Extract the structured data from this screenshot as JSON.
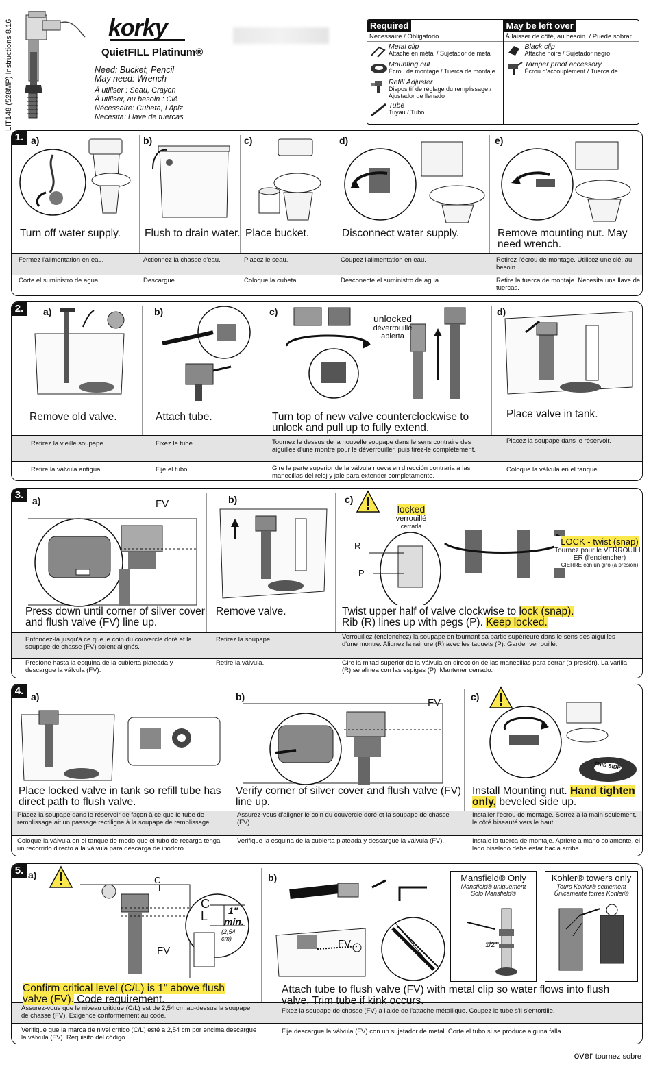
{
  "header": {
    "side_label": "LIT148 (528MP) Instructions 8.16",
    "brand": "korky",
    "product": "QuietFILL Platinum®",
    "needs": [
      "Need: Bucket, Pencil",
      "May need: Wrench",
      "À utiliser : Seau, Crayon",
      "À utiliser, au besoin : Clé",
      "Nécessaire: Cubeta, Lápiz",
      "Necesita: Llave de tuercas"
    ]
  },
  "parts": {
    "required": {
      "title": "Required",
      "subtitle": "Nécessaire / Obligatorio",
      "items": [
        {
          "en": "Metal clip",
          "fr": "Attache en métal / Sujetador de metal",
          "icon": "metal-clip-icon"
        },
        {
          "en": "Mounting nut",
          "fr": "Écrou de montage / Tuerca de montaje",
          "icon": "mounting-nut-icon"
        },
        {
          "en": "Refill Adjuster",
          "fr": "Dispositif de réglage du remplissage / Ajustador de llenado",
          "icon": "refill-adjuster-icon"
        },
        {
          "en": "Tube",
          "fr": "Tuyau / Tubo",
          "icon": "tube-icon"
        }
      ]
    },
    "leftover": {
      "title": "May be left over",
      "subtitle": "À laisser de côté, au besoin. / Puede sobrar.",
      "items": [
        {
          "en": "Black clip",
          "fr": "Attache noire / Sujetador negro",
          "icon": "black-clip-icon"
        },
        {
          "en": "Tamper proof accessory",
          "fr": "Écrou d'accouplement / Tuerca de",
          "icon": "tamper-accessory-icon"
        }
      ]
    }
  },
  "s1": {
    "num": "1.",
    "steps": [
      {
        "letter": "a)",
        "en": "Turn off water supply.",
        "fr": "Fermez l'alimentation en eau.",
        "es": "Corte el suministro de agua."
      },
      {
        "letter": "b)",
        "en": "Flush to drain water.",
        "fr": "Actionnez la chasse d'eau.",
        "es": "Descargue."
      },
      {
        "letter": "c)",
        "en": "Place bucket.",
        "fr": "Placez le seau.",
        "es": "Coloque la cubeta."
      },
      {
        "letter": "d)",
        "en": "Disconnect water supply.",
        "fr": "Coupez l'alimentation en eau.",
        "es": "Desconecte el suministro de agua."
      },
      {
        "letter": "e)",
        "en": "Remove mounting nut. May need wrench.",
        "fr": "Retirez l'écrou de montage. Utilisez une clé, au besoin.",
        "es": "Retire la tuerca de montaje. Necesita una llave de tuercas."
      }
    ]
  },
  "s2": {
    "num": "2.",
    "steps": [
      {
        "letter": "a)",
        "en": "Remove old valve.",
        "fr": "Retirez la vieille soupape.",
        "es": "Retire la válvula antigua."
      },
      {
        "letter": "b)",
        "en": "Attach tube.",
        "fr": "Fixez le tube.",
        "es": "Fije el tubo."
      },
      {
        "letter": "c)",
        "en": "Turn top of new valve counterclockwise to unlock and pull up to fully extend.",
        "fr": "Tournez le dessus de la nouvelle soupape dans le sens contraire des aiguilles d'une montre pour le déverrouiller, puis tirez-le complètement.",
        "es": "Gire la parte superior de la válvula nueva en dirección contraria a las manecillas del reloj y jale para extender completamente."
      },
      {
        "letter": "d)",
        "en": "Place valve in tank.",
        "fr": "Placez la soupape dans le réservoir.",
        "es": "Coloque la válvula en el tanque."
      }
    ],
    "unlocked": [
      "unlocked",
      "déverrouillé",
      "abierta"
    ]
  },
  "s3": {
    "num": "3.",
    "steps": [
      {
        "letter": "a)",
        "en": "Press down until corner of silver cover and flush valve (FV) line up.",
        "fr": "Enfoncez-la jusqu'à ce que le coin du couvercle doré et la soupape de chasse (FV) soient alignés.",
        "es": "Presione hasta la esquina de la cubierta plateada y descargue la válvula (FV)."
      },
      {
        "letter": "b)",
        "en": "Remove valve.",
        "fr": "Retirez la soupape.",
        "es": "Retire la válvula."
      },
      {
        "letter": "c)",
        "en1": "Twist upper half of valve clockwise to ",
        "en_hl1": "lock (snap).",
        "en2": "Rib (R) lines up with pegs (P). ",
        "en_hl2": "Keep locked.",
        "fr": "Verrouillez (enclenchez) la soupape en tournant sa partie supérieure dans le sens des aiguilles d'une montre. Alignez la rainure (R) avec les taquets (P). Garder verrouillé.",
        "es": "Gire la mitad superior de la válvula en dirección de las manecillas para cerrar (a presión). La varilla (R) se alinea con las espigas (P). Mantener cerrado."
      }
    ],
    "fv": "FV",
    "locked": [
      "locked",
      "verrouillé",
      "cerrada"
    ],
    "r": "R",
    "p": "P",
    "lock_callout": [
      "LOCK - twist (snap)",
      "Tournez pour le VERROUILL-",
      "ER (l'enclencher)",
      "CIERRE con un giro (a presión)"
    ]
  },
  "s4": {
    "num": "4.",
    "steps": [
      {
        "letter": "a)",
        "en": "Place locked valve in tank so refill tube has direct path to flush valve.",
        "fr": "Placez la soupape dans le réservoir de façon à ce que le tube de remplissage ait un passage rectiligne à la soupape de remplissage.",
        "es": "Coloque la válvula en el tanque de modo que el tubo de recarga tenga un recorrido directo a la válvula para descarga de inodoro."
      },
      {
        "letter": "b)",
        "en": "Verify corner of silver cover and flush valve (FV) line up.",
        "fr": "Assurez-vous d'aligner le coin du couvercle doré et la soupape de chasse (FV).",
        "es": "Verifique la esquina de la cubierta plateada y descargue la válvula (FV)."
      },
      {
        "letter": "c)",
        "en1": "Install Mounting nut. ",
        "en_hl": "Hand tighten only,",
        "en2": " beveled side up.",
        "fr": "Installer l'écrou de montage. Serrez à la main seulement, le côté biseauté vers le haut.",
        "es": "Instale la tuerca de montaje. Apriete a mano solamente, el lado biselado debe estar hacia arriba."
      }
    ],
    "fv": "FV",
    "this_side": "THIS SIDE"
  },
  "s5": {
    "num": "5.",
    "steps": [
      {
        "letter": "a)",
        "en": "Confirm critical level (C/L) is 1\" above flush valve (FV).",
        "en_tail": " Code requirement.",
        "fr": "Assurez-vous que le niveau critique (C/L) est de 2,54 cm au-dessus la soupape de chasse (FV). Exigence conformément au code.",
        "es": "Verifique que la marca de nivel crítico (C/L) esté a 2,54 cm por encima descargue la válvula (FV). Requisito del código."
      },
      {
        "letter": "b)",
        "en": "Attach tube to flush valve (FV) with metal clip so water flows into flush valve. Trim tube if kink occurs.",
        "fr": "Fixez la soupape de chasse (FV) à l'aide de l'attache métallique. Coupez le tube s'il s'entortille.",
        "es": "Fije descargue la válvula (FV) con un sujetador de metal. Corte el tubo si se produce alguna falla."
      }
    ],
    "c": "C",
    "l": "L",
    "c2": "C",
    "l2": "L",
    "min_val": "1\"",
    "min_word": "min.",
    "cm": "(2,54 cm)",
    "fv": "FV",
    "fv2": "FV",
    "half_inch": "1/2\"",
    "mansfield": {
      "title": "Mansfield® Only",
      "sub1": "Mansfield® uniquement",
      "sub2": "Solo Mansfield®"
    },
    "kohler": {
      "title": "Kohler® towers only",
      "sub1": "Tours Kohler® seulement",
      "sub2": "Únicamente torres Kohler®"
    }
  },
  "footer": {
    "over": "over",
    "tournez": "tournez sobre"
  },
  "colors": {
    "highlight": "#fbe84d",
    "band": "#e4e4e4",
    "ink": "#111111"
  }
}
